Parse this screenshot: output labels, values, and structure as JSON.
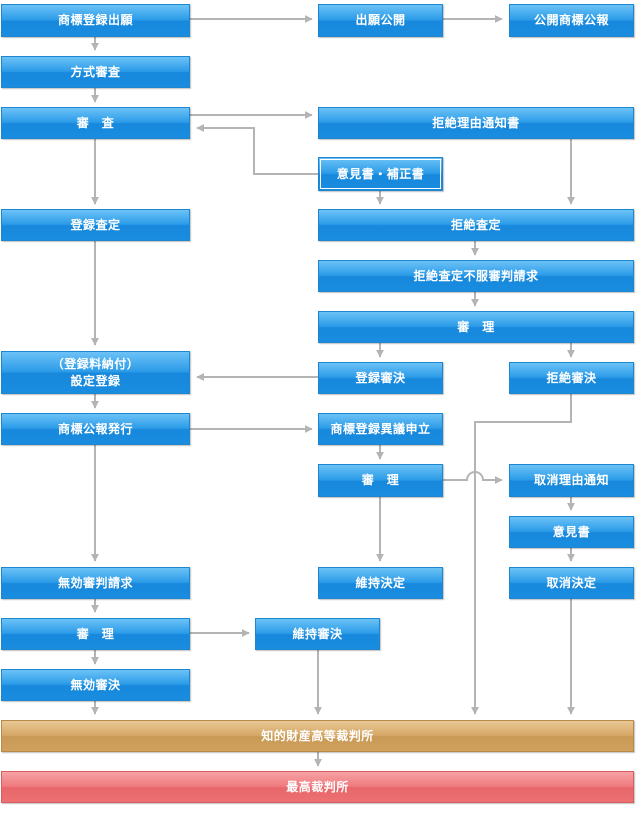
{
  "nodes": {
    "application": "商標登録出願",
    "publication": "出願公開",
    "gazette_application": "公開商標公報",
    "formal_exam": "方式審査",
    "exam": "審　査",
    "refusal_notice": "拒絶理由通知書",
    "opinion_amend": "意見書・補正書",
    "reg_decision": "登録査定",
    "refusal_decision": "拒絶査定",
    "appeal_request": "拒絶査定不服審判請求",
    "trial": "審　理",
    "fee_reg": "（登録料納付）\n設定登録",
    "reg_trial_decision": "登録審決",
    "refusal_trial_decision": "拒絶審決",
    "gazette_reg": "商標公報発行",
    "opposition": "商標登録異議申立",
    "opp_trial": "審　理",
    "cancel_notice": "取消理由通知",
    "opinion": "意見書",
    "invalid_request": "無効審判請求",
    "maintain_decision": "維持決定",
    "cancel_decision": "取消決定",
    "invalid_trial": "審　理",
    "maintain_trial_decision": "維持審決",
    "invalid_decision": "無効審決",
    "ip_high_court": "知的財産高等裁判所",
    "supreme_court": "最高裁判所"
  },
  "colors": {
    "box_blue": "#2b9be8",
    "connector": "#b4b4b4",
    "court": "#d5a766",
    "supreme": "#ef7b7e"
  }
}
